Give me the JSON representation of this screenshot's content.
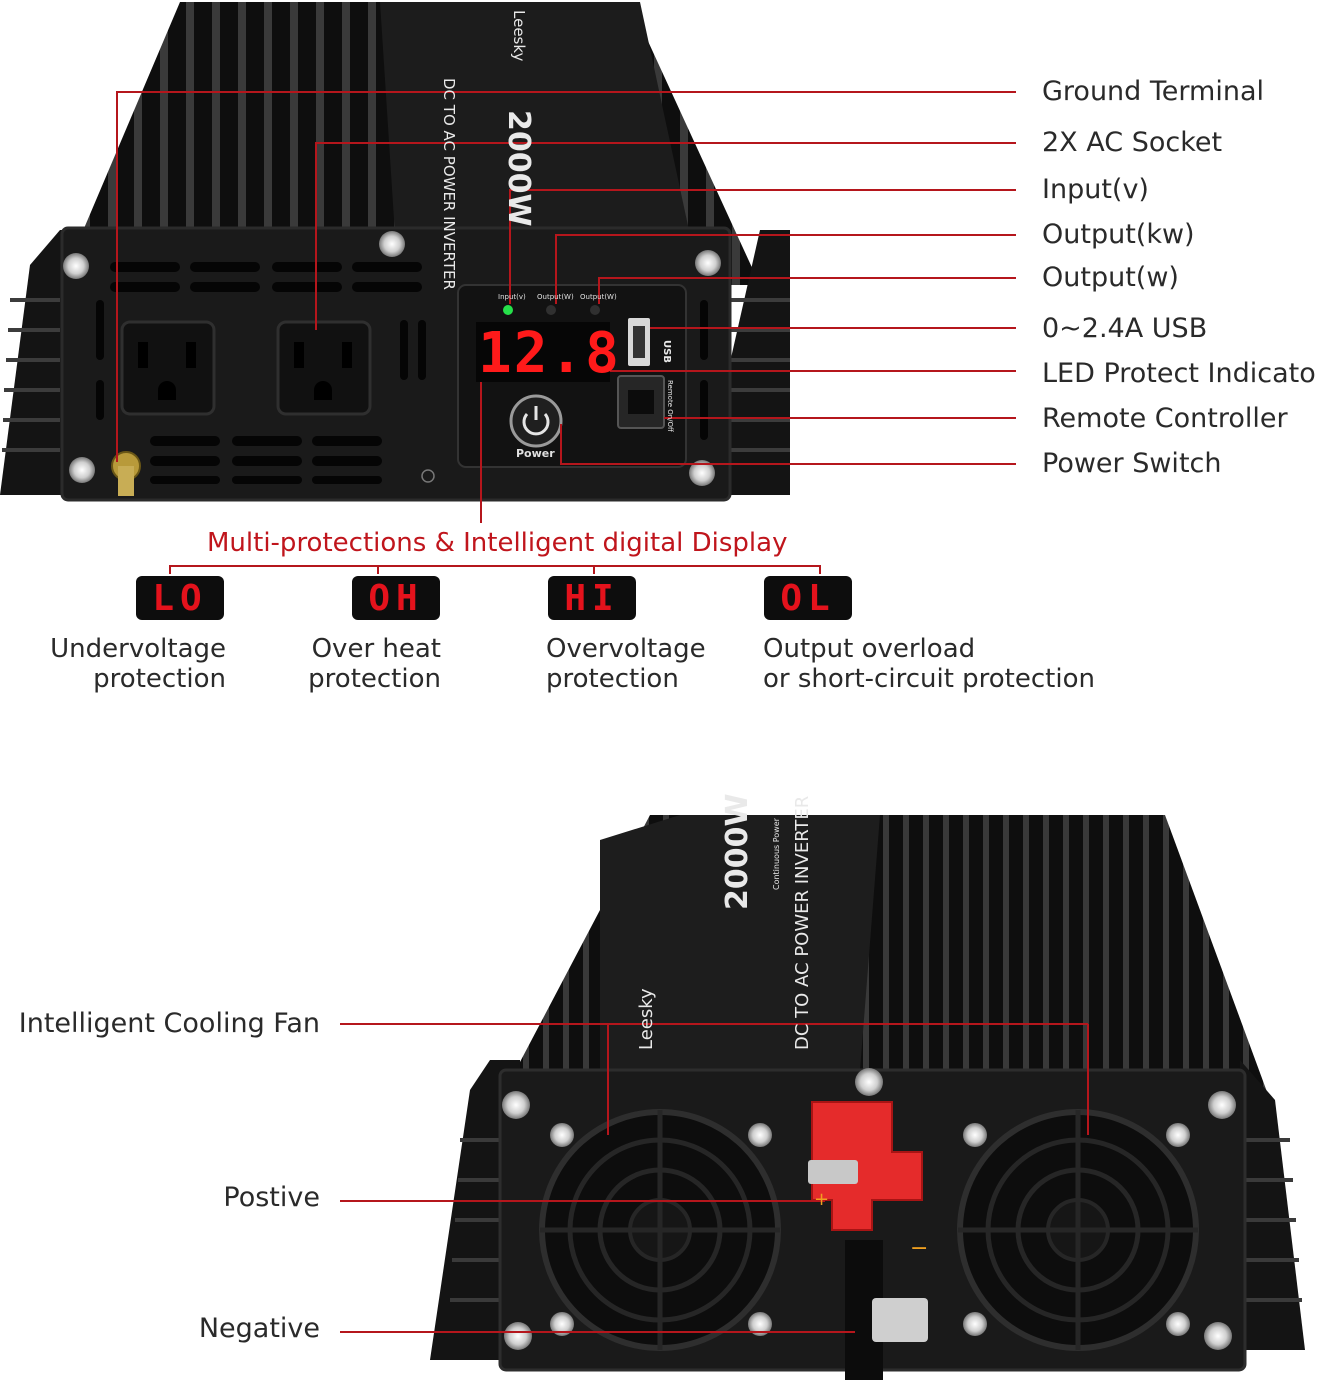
{
  "top_callouts": [
    {
      "label": "Ground Terminal"
    },
    {
      "label": "2X AC Socket"
    },
    {
      "label": "Input(v)"
    },
    {
      "label": "Output(kw)"
    },
    {
      "label": "Output(w)"
    },
    {
      "label": "0~2.4A USB"
    },
    {
      "label": "LED Protect Indicator"
    },
    {
      "label": "Remote Controller"
    },
    {
      "label": "Power Switch"
    }
  ],
  "display_title": "Multi-protections & Intelligent digital Display",
  "protections": [
    {
      "code": "LO",
      "line1": "Undervoltage",
      "line2": "protection"
    },
    {
      "code": "OH",
      "line1": "Over heat",
      "line2": "protection"
    },
    {
      "code": "HI",
      "line1": "Overvoltage",
      "line2": "protection"
    },
    {
      "code": "OL",
      "line1": "Output overload",
      "line2": "or short-circuit protection"
    }
  ],
  "bottom_callouts": [
    {
      "label": "Intelligent  Cooling Fan"
    },
    {
      "label": "Postive"
    },
    {
      "label": "Negative"
    }
  ],
  "device": {
    "display_value": "12.8",
    "power_label": "Power",
    "usb_label": "USB",
    "remote_label": "Remote On/Off",
    "indicator_labels": [
      "Input(v)",
      "Output(W)",
      "Output(W)"
    ],
    "brand": "Leesky",
    "wattage": "2000W",
    "product_name": "DC TO AC POWER INVERTER",
    "continuous_power": "Continuous Power",
    "plus_sign": "+",
    "minus_sign": "−"
  },
  "colors": {
    "callout_line": "#b5161c",
    "title_red": "#c0151c",
    "led_red": "#ff1a1a",
    "body_black": "#151515"
  }
}
